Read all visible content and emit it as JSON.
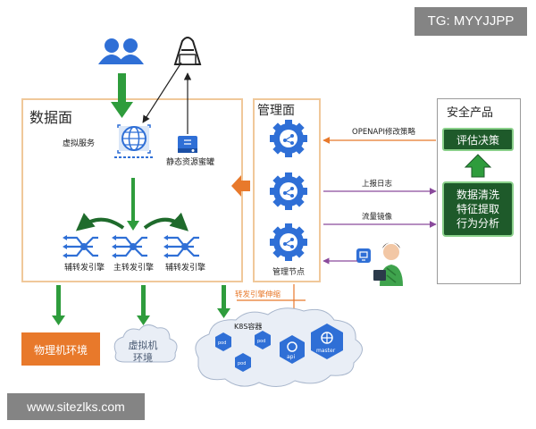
{
  "watermark_top": "TG: MYYJJPP",
  "watermark_bottom": "www.sitezlks.com",
  "data_plane": {
    "title": "数据面",
    "virtual_service": "虚拟服务",
    "static_honeypot": "静态资源蜜罐",
    "engines": [
      "辅转发引擎",
      "主转发引擎",
      "辅转发引擎"
    ]
  },
  "mgmt_plane": {
    "title": "管理面",
    "node_label": "管理节点"
  },
  "security": {
    "title": "安全产品",
    "decision": "评估决策",
    "analysis": [
      "数据清洗",
      "特征提取",
      "行为分析"
    ]
  },
  "arrows": {
    "openapi": "OPENAPI修改策略",
    "report_log": "上报日志",
    "traffic_mirror": "流量镜像",
    "scaling": "转发引擎伸缩"
  },
  "envs": {
    "physical": "物理机环境",
    "virtual": [
      "虚拟机",
      "环境"
    ]
  },
  "k8s": {
    "label": "K8S容器",
    "pods": [
      "pod",
      "pod",
      "pod"
    ],
    "api": "api",
    "master": "master"
  },
  "colors": {
    "panel_border": "#f0c89a",
    "green": "#2e9c3c",
    "dark_green": "#1e5a2a",
    "blue": "#2f6fd6",
    "orange": "#e8792b",
    "purple": "#8a4a9c"
  }
}
